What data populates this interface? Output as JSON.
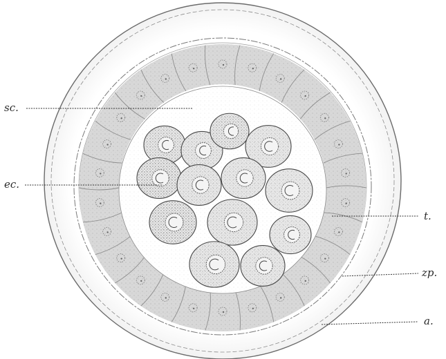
{
  "figure": {
    "labels": {
      "sc": "sc.",
      "ec": "ec.",
      "t": "t.",
      "zp": "zp.",
      "a": "a."
    }
  }
}
